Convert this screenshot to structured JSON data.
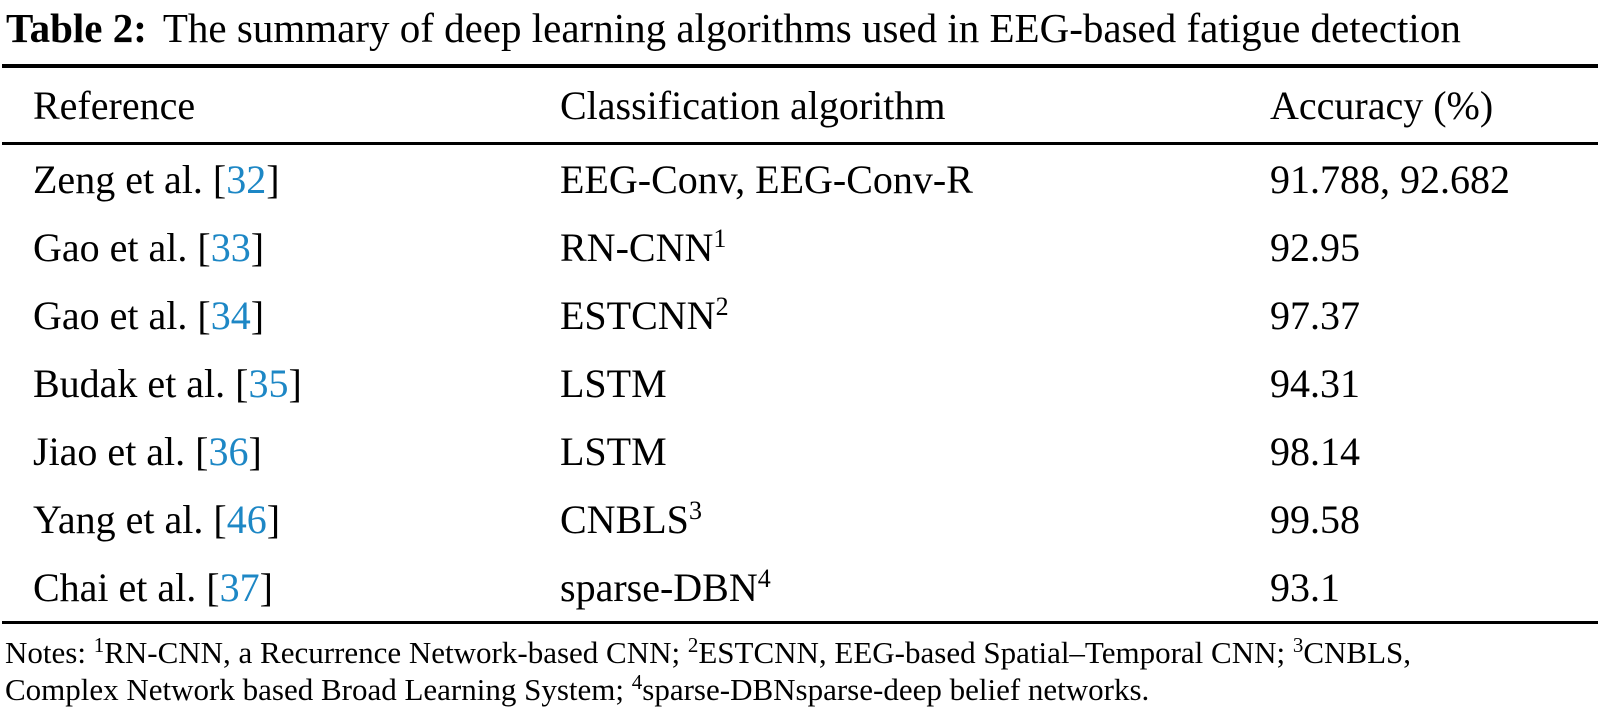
{
  "caption": {
    "label": "Table 2:",
    "text": "The summary of deep learning algorithms used in EEG-based fatigue detection"
  },
  "colors": {
    "text": "#000000",
    "citation_link_blue": "#1d87c5",
    "background": "#ffffff"
  },
  "table": {
    "headers": {
      "reference": "Reference",
      "algorithm": "Classification algorithm",
      "accuracy": "Accuracy (%)"
    },
    "bracket_open": "[",
    "bracket_close": "]",
    "rows": [
      {
        "ref_name": "Zeng et al. ",
        "ref_num": "32",
        "algorithm": "EEG-Conv, EEG-Conv-R",
        "algorithm_sup": "",
        "accuracy": "91.788, 92.682"
      },
      {
        "ref_name": "Gao et al. ",
        "ref_num": "33",
        "algorithm": "RN-CNN",
        "algorithm_sup": "1",
        "accuracy": "92.95"
      },
      {
        "ref_name": "Gao et al. ",
        "ref_num": "34",
        "algorithm": "ESTCNN",
        "algorithm_sup": "2",
        "accuracy": "97.37"
      },
      {
        "ref_name": "Budak et al. ",
        "ref_num": "35",
        "algorithm": "LSTM",
        "algorithm_sup": "",
        "accuracy": "94.31"
      },
      {
        "ref_name": "Jiao et al. ",
        "ref_num": "36",
        "algorithm": "LSTM",
        "algorithm_sup": "",
        "accuracy": "98.14"
      },
      {
        "ref_name": "Yang et al. ",
        "ref_num": "46",
        "algorithm": "CNBLS",
        "algorithm_sup": "3",
        "accuracy": "99.58"
      },
      {
        "ref_name": "Chai et al. ",
        "ref_num": "37",
        "algorithm": "sparse-DBN",
        "algorithm_sup": "4",
        "accuracy": "93.1"
      }
    ]
  },
  "notes": {
    "line1": {
      "prefix": "Notes: ",
      "sup1": "1",
      "seg1": "RN-CNN, a Recurrence Network-based CNN; ",
      "sup2": "2",
      "seg2": "ESTCNN, EEG-based Spatial–Temporal CNN; ",
      "sup3": "3",
      "seg3": "CNBLS,"
    },
    "line2": {
      "seg1": "Complex Network based Broad Learning System; ",
      "sup4": "4",
      "seg2": "sparse-DBNsparse-deep belief networks."
    }
  }
}
